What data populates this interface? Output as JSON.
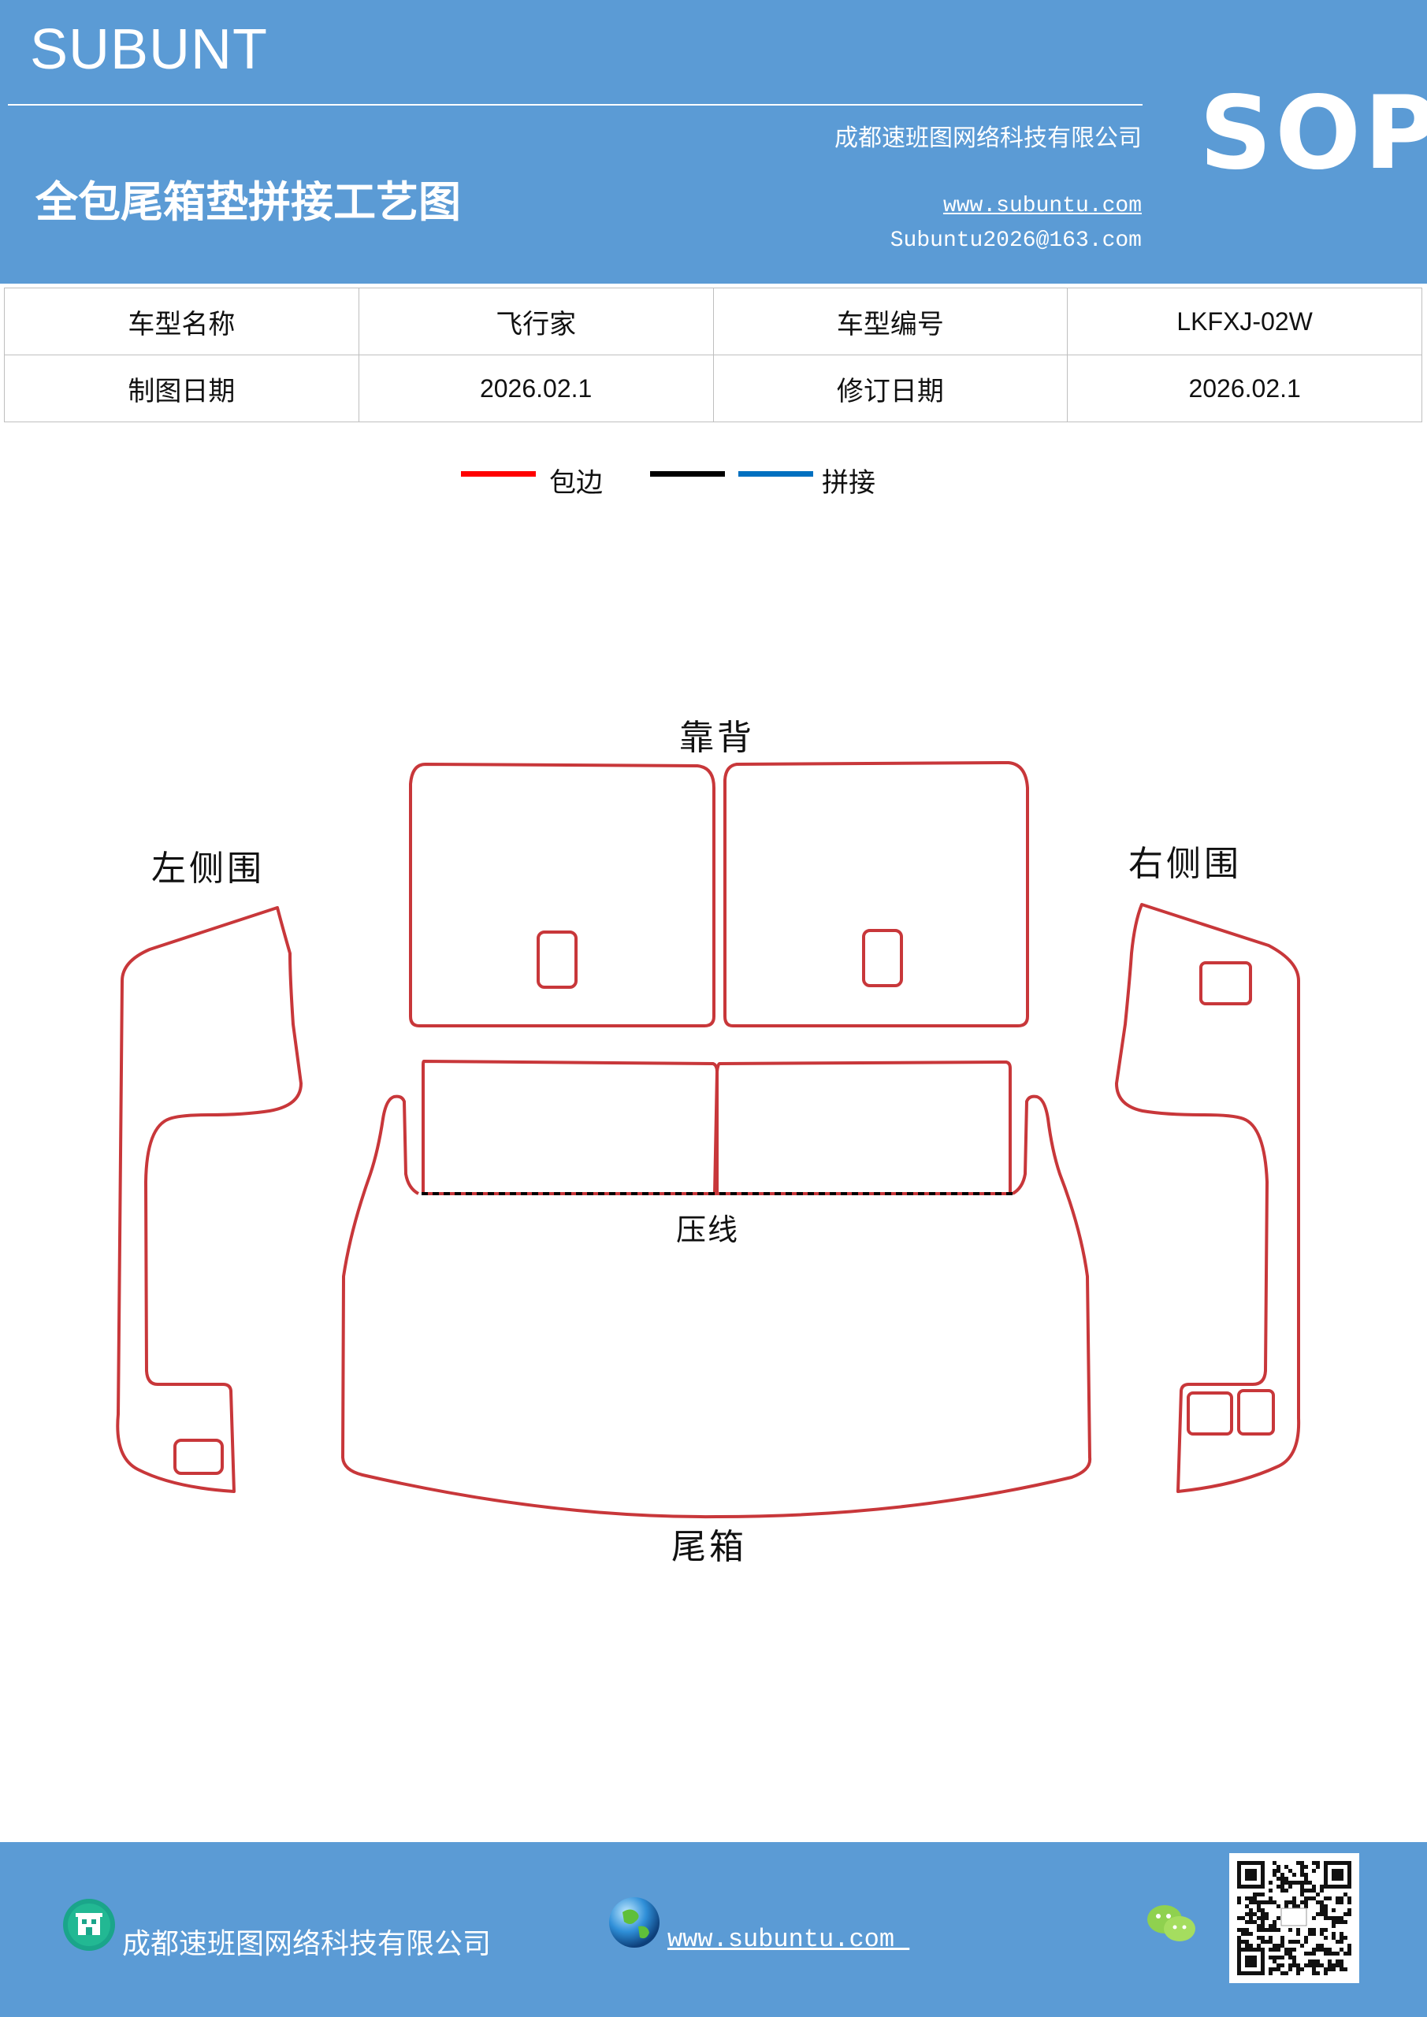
{
  "header": {
    "brand": "SUBUNT",
    "company": "成都速班图网络科技有限公司",
    "title": "全包尾箱垫拼接工艺图",
    "website": "www.subuntu.com",
    "email": "Subuntu2026@163.com",
    "badge": "SOP"
  },
  "info_table": {
    "rows": [
      [
        "车型名称",
        "飞行家",
        "车型编号",
        "LKFXJ-02W"
      ],
      [
        "制图日期",
        "2026.02.1",
        "修订日期",
        "2026.02.1"
      ]
    ]
  },
  "legend": {
    "items": [
      {
        "label": "包边",
        "color": "#ff0000"
      },
      {
        "label": "",
        "color": "#000000"
      },
      {
        "label": "拼接",
        "color": "#0070c0"
      }
    ]
  },
  "diagram": {
    "outline_color": "#c8373a",
    "labels": {
      "backrest": "靠背",
      "left_side": "左侧围",
      "right_side": "右侧围",
      "crease": "压线",
      "trunk": "尾箱"
    }
  },
  "footer": {
    "company": "成都速班图网络科技有限公司",
    "website": "www.subuntu.com ",
    "icons": [
      "building-icon",
      "globe-icon",
      "wechat-icon",
      "qr-code"
    ]
  }
}
